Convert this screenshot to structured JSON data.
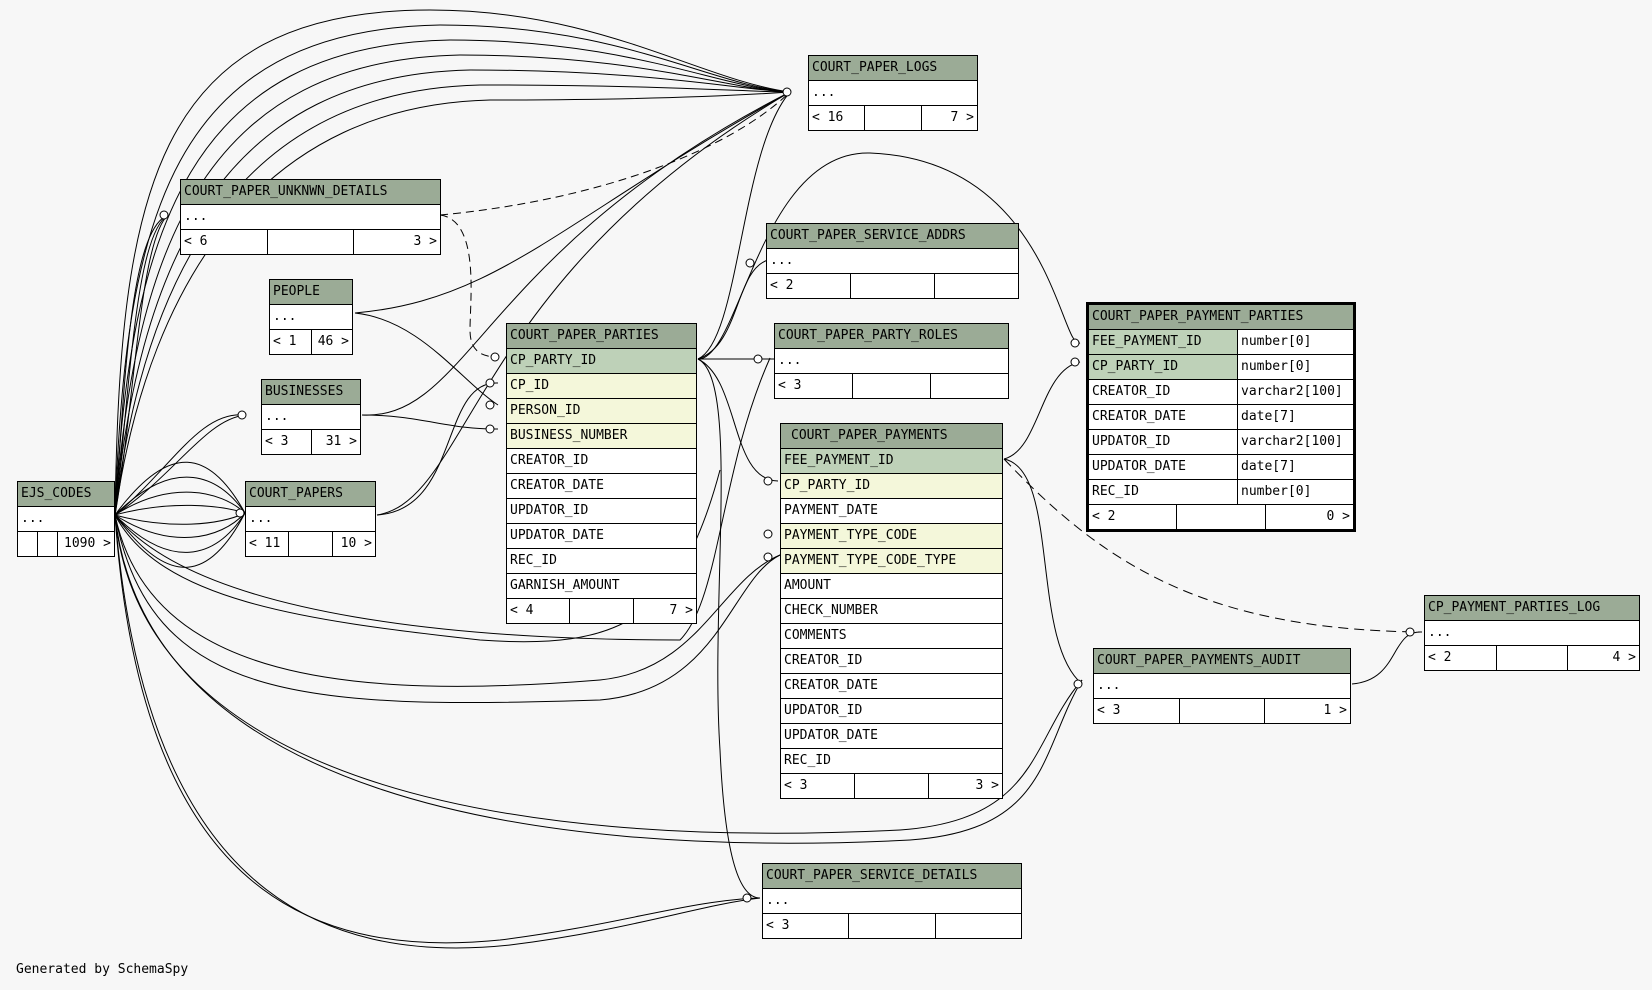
{
  "footer_note": "Generated by SchemaSpy",
  "tables": {
    "court_paper_logs": {
      "name": "COURT_PAPER_LOGS",
      "rows": [
        "..."
      ],
      "footer": [
        "< 16",
        "",
        "7 >"
      ]
    },
    "court_paper_unknwn_details": {
      "name": "COURT_PAPER_UNKNWN_DETAILS",
      "rows": [
        "..."
      ],
      "footer": [
        "< 6",
        "",
        "3 >"
      ]
    },
    "court_paper_service_addrs": {
      "name": "COURT_PAPER_SERVICE_ADDRS",
      "rows": [
        "..."
      ],
      "footer": [
        "< 2",
        "",
        ""
      ]
    },
    "people": {
      "name": "PEOPLE",
      "rows": [
        "..."
      ],
      "footer": [
        "< 1",
        "46 >"
      ]
    },
    "court_paper_parties": {
      "name": "COURT_PAPER_PARTIES",
      "rows": [
        "CP_PARTY_ID",
        "CP_ID",
        "PERSON_ID",
        "BUSINESS_NUMBER",
        "CREATOR_ID",
        "CREATOR_DATE",
        "UPDATOR_ID",
        "UPDATOR_DATE",
        "REC_ID",
        "GARNISH_AMOUNT"
      ],
      "footer": [
        "< 4",
        "",
        "7 >"
      ]
    },
    "court_paper_party_roles": {
      "name": "COURT_PAPER_PARTY_ROLES",
      "rows": [
        "..."
      ],
      "footer": [
        "< 3",
        "",
        ""
      ]
    },
    "court_paper_payment_parties": {
      "name": "COURT_PAPER_PAYMENT_PARTIES",
      "rows": [
        {
          "col": "FEE_PAYMENT_ID",
          "type": "number[0]"
        },
        {
          "col": "CP_PARTY_ID",
          "type": "number[0]"
        },
        {
          "col": "CREATOR_ID",
          "type": "varchar2[100]"
        },
        {
          "col": "CREATOR_DATE",
          "type": "date[7]"
        },
        {
          "col": "UPDATOR_ID",
          "type": "varchar2[100]"
        },
        {
          "col": "UPDATOR_DATE",
          "type": "date[7]"
        },
        {
          "col": "REC_ID",
          "type": "number[0]"
        }
      ],
      "footer": [
        "< 2",
        "",
        "0 >"
      ]
    },
    "businesses": {
      "name": "BUSINESSES",
      "rows": [
        "..."
      ],
      "footer": [
        "< 3",
        "31 >"
      ]
    },
    "court_paper_payments": {
      "name": "COURT_PAPER_PAYMENTS",
      "rows": [
        "FEE_PAYMENT_ID",
        "CP_PARTY_ID",
        "PAYMENT_DATE",
        "PAYMENT_TYPE_CODE",
        "PAYMENT_TYPE_CODE_TYPE",
        "AMOUNT",
        "CHECK_NUMBER",
        "COMMENTS",
        "CREATOR_ID",
        "CREATOR_DATE",
        "UPDATOR_ID",
        "UPDATOR_DATE",
        "REC_ID"
      ],
      "footer": [
        "< 3",
        "",
        "3 >"
      ]
    },
    "ejs_codes": {
      "name": "EJS_CODES",
      "rows": [
        "..."
      ],
      "footer": [
        "",
        "",
        "1090 >"
      ]
    },
    "court_papers": {
      "name": "COURT_PAPERS",
      "rows": [
        "..."
      ],
      "footer": [
        "< 11",
        "",
        "10 >"
      ]
    },
    "cp_payment_parties_log": {
      "name": "CP_PAYMENT_PARTIES_LOG",
      "rows": [
        "..."
      ],
      "footer": [
        "< 2",
        "",
        "4 >"
      ]
    },
    "court_paper_payments_audit": {
      "name": "COURT_PAPER_PAYMENTS_AUDIT",
      "rows": [
        "..."
      ],
      "footer": [
        "< 3",
        "",
        "1 >"
      ]
    },
    "court_paper_service_details": {
      "name": "COURT_PAPER_SERVICE_DETAILS",
      "rows": [
        "..."
      ],
      "footer": [
        "< 3",
        "",
        ""
      ]
    }
  }
}
